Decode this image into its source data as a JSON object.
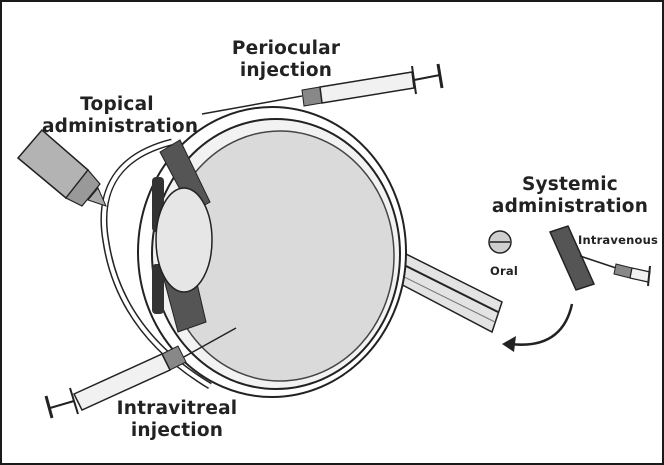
{
  "labels": {
    "periocular": [
      "Periocular",
      "injection"
    ],
    "topical": [
      "Topical",
      "administration"
    ],
    "systemic": [
      "Systemic",
      "administration"
    ],
    "intravenous": "Intravenous",
    "oral": "Oral",
    "intravitreal": [
      "Intravitreal",
      "injection"
    ]
  },
  "colors": {
    "stroke": "#222222",
    "eye_fill": "#d9d9d9",
    "muscle_fill": "#555555",
    "background": "#ffffff"
  }
}
